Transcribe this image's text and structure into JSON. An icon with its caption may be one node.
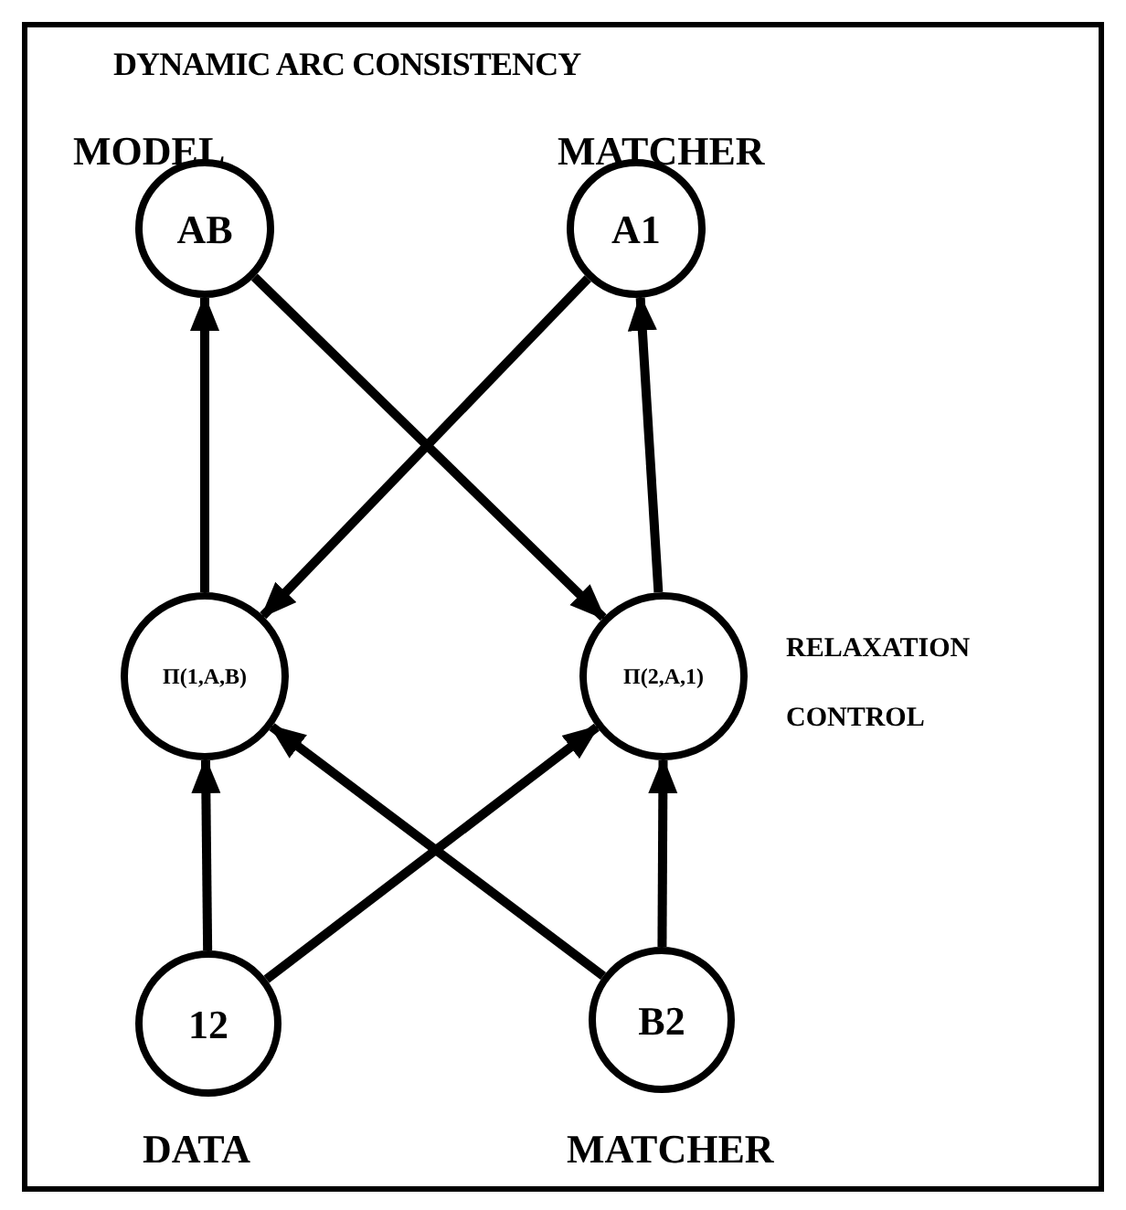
{
  "diagram": {
    "title": "DYNAMIC ARC CONSISTENCY",
    "nodes": [
      {
        "text": [
          "AB"
        ]
      },
      {
        "text": [
          "A1"
        ]
      },
      {
        "text": [
          "Π(1,A,B)"
        ]
      },
      {
        "text": [
          "Π(2,A,1)"
        ]
      },
      {
        "text": [
          "12"
        ]
      },
      {
        "text": [
          "B2"
        ]
      }
    ],
    "edges": [
      {
        "from": 2,
        "to": 0,
        "arrow": "to"
      },
      {
        "from": 1,
        "to": 2,
        "arrow": "to"
      },
      {
        "from": 0,
        "to": 3,
        "arrow": "to"
      },
      {
        "from": 3,
        "to": 1,
        "arrow": "to"
      },
      {
        "from": 4,
        "to": 2,
        "arrow": "to"
      },
      {
        "from": 5,
        "to": 2,
        "arrow": "to"
      },
      {
        "from": 4,
        "to": 3,
        "arrow": "to"
      },
      {
        "from": 5,
        "to": 3,
        "arrow": "to"
      }
    ],
    "labels": [
      "MODEL",
      "MATCHER",
      "RELAXATION CONTROL",
      "DATA",
      "MATCHER"
    ]
  }
}
